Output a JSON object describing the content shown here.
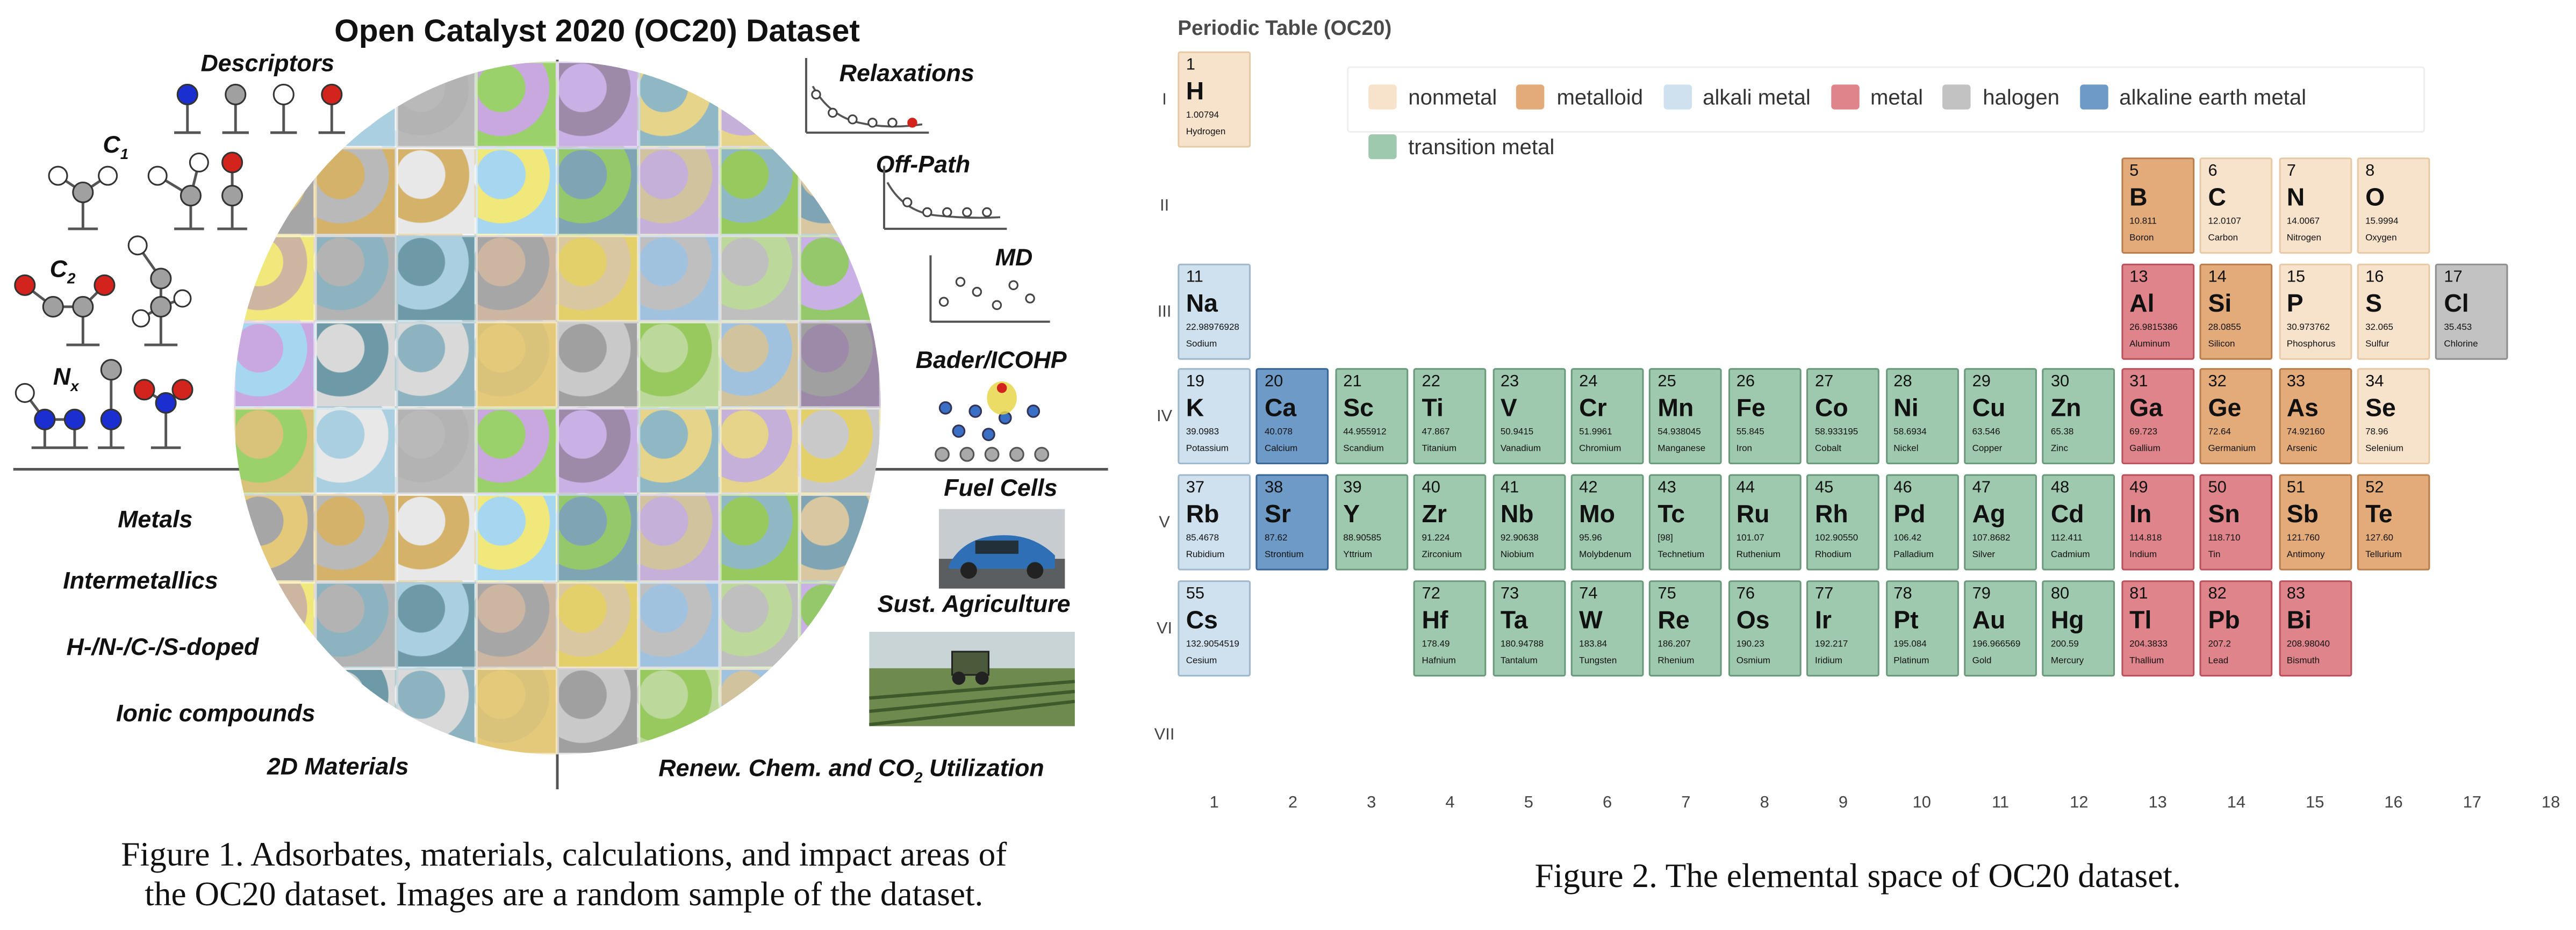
{
  "figure1": {
    "title": "Open Catalyst 2020 (OC20) Dataset",
    "labels": {
      "descriptors": "Descriptors",
      "c1_main": "C",
      "c1_sub": "1",
      "c2_main": "C",
      "c2_sub": "2",
      "nx_main": "N",
      "nx_sub": "x",
      "relaxations": "Relaxations",
      "offpath": "Off-Path",
      "md": "MD",
      "bader": "Bader/ICOHP",
      "metals": "Metals",
      "intermetallics": "Intermetallics",
      "doped": "H-/N-/C-/S-doped",
      "ionic": "Ionic compounds",
      "materials2d": "2D Materials",
      "fuelcells": "Fuel Cells",
      "agri": "Sust. Agriculture",
      "renew_main": "Renew. Chem. and CO",
      "renew_sub": "2",
      "renew_end": " Utilization"
    },
    "caption_line1": "Figure 1. Adsorbates, materials, calculations, and impact areas of",
    "caption_line2": "the OC20 dataset. Images are a random sample of the dataset.",
    "tile_colors": [
      "#d9c27a",
      "#a9cfe0",
      "#b9b9b9",
      "#9bd16a",
      "#c9b1e6",
      "#8fb8c4",
      "#e5d48a",
      "#c9c9c9",
      "#a6a6a6",
      "#d4b26a",
      "#e8e8e8",
      "#a7d7f0",
      "#7fa5b5",
      "#c4b0d9",
      "#98c95e",
      "#d8c7a0",
      "#f0e87a",
      "#b3b3b3",
      "#6d9aa6",
      "#cdb6a1",
      "#e3d06b",
      "#a1c2df",
      "#bfbfbf",
      "#94c86a",
      "#c8a8df",
      "#d9d9d9",
      "#8cb3bf",
      "#e5c97a",
      "#a0a0a0",
      "#bcd89b",
      "#d1c39d",
      "#9c8aa8"
    ],
    "axis": {
      "accent": "#444444"
    }
  },
  "figure2": {
    "title": "Periodic Table (OC20)",
    "legend": [
      {
        "label": "nonmetal",
        "color": "#f7e3cc"
      },
      {
        "label": "metalloid",
        "color": "#e3ab7a"
      },
      {
        "label": "alkali metal",
        "color": "#cfe1ee"
      },
      {
        "label": "metal",
        "color": "#e0848c"
      },
      {
        "label": "halogen",
        "color": "#c2c2c2"
      },
      {
        "label": "alkaline earth metal",
        "color": "#6e9ac7"
      },
      {
        "label": "transition metal",
        "color": "#9fc9ae"
      }
    ],
    "category_colors": {
      "nonmetal": "#f7e3cc",
      "metalloid": "#e3ab7a",
      "alkali": "#cfe1ee",
      "metal": "#e0848c",
      "halogen": "#c2c2c2",
      "alkaline": "#6e9ac7",
      "transition": "#9fc9ae"
    },
    "row_labels": [
      "I",
      "II",
      "III",
      "IV",
      "V",
      "VI",
      "VII"
    ],
    "col_labels": [
      "1",
      "2",
      "3",
      "4",
      "5",
      "6",
      "7",
      "8",
      "9",
      "10",
      "11",
      "12",
      "13",
      "14",
      "15",
      "16",
      "17",
      "18"
    ],
    "elements": [
      {
        "n": "1",
        "s": "H",
        "m": "1.00794",
        "name": "Hydrogen",
        "row": 1,
        "col": 1,
        "cat": "nonmetal"
      },
      {
        "n": "5",
        "s": "B",
        "m": "10.811",
        "name": "Boron",
        "row": 2,
        "col": 13,
        "cat": "metalloid"
      },
      {
        "n": "6",
        "s": "C",
        "m": "12.0107",
        "name": "Carbon",
        "row": 2,
        "col": 14,
        "cat": "nonmetal"
      },
      {
        "n": "7",
        "s": "N",
        "m": "14.0067",
        "name": "Nitrogen",
        "row": 2,
        "col": 15,
        "cat": "nonmetal"
      },
      {
        "n": "8",
        "s": "O",
        "m": "15.9994",
        "name": "Oxygen",
        "row": 2,
        "col": 16,
        "cat": "nonmetal"
      },
      {
        "n": "11",
        "s": "Na",
        "m": "22.98976928",
        "name": "Sodium",
        "row": 3,
        "col": 1,
        "cat": "alkali"
      },
      {
        "n": "13",
        "s": "Al",
        "m": "26.9815386",
        "name": "Aluminum",
        "row": 3,
        "col": 13,
        "cat": "metal"
      },
      {
        "n": "14",
        "s": "Si",
        "m": "28.0855",
        "name": "Silicon",
        "row": 3,
        "col": 14,
        "cat": "metalloid"
      },
      {
        "n": "15",
        "s": "P",
        "m": "30.973762",
        "name": "Phosphorus",
        "row": 3,
        "col": 15,
        "cat": "nonmetal"
      },
      {
        "n": "16",
        "s": "S",
        "m": "32.065",
        "name": "Sulfur",
        "row": 3,
        "col": 16,
        "cat": "nonmetal"
      },
      {
        "n": "17",
        "s": "Cl",
        "m": "35.453",
        "name": "Chlorine",
        "row": 3,
        "col": 17,
        "cat": "halogen"
      },
      {
        "n": "19",
        "s": "K",
        "m": "39.0983",
        "name": "Potassium",
        "row": 4,
        "col": 1,
        "cat": "alkali"
      },
      {
        "n": "20",
        "s": "Ca",
        "m": "40.078",
        "name": "Calcium",
        "row": 4,
        "col": 2,
        "cat": "alkaline"
      },
      {
        "n": "21",
        "s": "Sc",
        "m": "44.955912",
        "name": "Scandium",
        "row": 4,
        "col": 3,
        "cat": "transition"
      },
      {
        "n": "22",
        "s": "Ti",
        "m": "47.867",
        "name": "Titanium",
        "row": 4,
        "col": 4,
        "cat": "transition"
      },
      {
        "n": "23",
        "s": "V",
        "m": "50.9415",
        "name": "Vanadium",
        "row": 4,
        "col": 5,
        "cat": "transition"
      },
      {
        "n": "24",
        "s": "Cr",
        "m": "51.9961",
        "name": "Chromium",
        "row": 4,
        "col": 6,
        "cat": "transition"
      },
      {
        "n": "25",
        "s": "Mn",
        "m": "54.938045",
        "name": "Manganese",
        "row": 4,
        "col": 7,
        "cat": "transition"
      },
      {
        "n": "26",
        "s": "Fe",
        "m": "55.845",
        "name": "Iron",
        "row": 4,
        "col": 8,
        "cat": "transition"
      },
      {
        "n": "27",
        "s": "Co",
        "m": "58.933195",
        "name": "Cobalt",
        "row": 4,
        "col": 9,
        "cat": "transition"
      },
      {
        "n": "28",
        "s": "Ni",
        "m": "58.6934",
        "name": "Nickel",
        "row": 4,
        "col": 10,
        "cat": "transition"
      },
      {
        "n": "29",
        "s": "Cu",
        "m": "63.546",
        "name": "Copper",
        "row": 4,
        "col": 11,
        "cat": "transition"
      },
      {
        "n": "30",
        "s": "Zn",
        "m": "65.38",
        "name": "Zinc",
        "row": 4,
        "col": 12,
        "cat": "transition"
      },
      {
        "n": "31",
        "s": "Ga",
        "m": "69.723",
        "name": "Gallium",
        "row": 4,
        "col": 13,
        "cat": "metal"
      },
      {
        "n": "32",
        "s": "Ge",
        "m": "72.64",
        "name": "Germanium",
        "row": 4,
        "col": 14,
        "cat": "metalloid"
      },
      {
        "n": "33",
        "s": "As",
        "m": "74.92160",
        "name": "Arsenic",
        "row": 4,
        "col": 15,
        "cat": "metalloid"
      },
      {
        "n": "34",
        "s": "Se",
        "m": "78.96",
        "name": "Selenium",
        "row": 4,
        "col": 16,
        "cat": "nonmetal"
      },
      {
        "n": "37",
        "s": "Rb",
        "m": "85.4678",
        "name": "Rubidium",
        "row": 5,
        "col": 1,
        "cat": "alkali"
      },
      {
        "n": "38",
        "s": "Sr",
        "m": "87.62",
        "name": "Strontium",
        "row": 5,
        "col": 2,
        "cat": "alkaline"
      },
      {
        "n": "39",
        "s": "Y",
        "m": "88.90585",
        "name": "Yttrium",
        "row": 5,
        "col": 3,
        "cat": "transition"
      },
      {
        "n": "40",
        "s": "Zr",
        "m": "91.224",
        "name": "Zirconium",
        "row": 5,
        "col": 4,
        "cat": "transition"
      },
      {
        "n": "41",
        "s": "Nb",
        "m": "92.90638",
        "name": "Niobium",
        "row": 5,
        "col": 5,
        "cat": "transition"
      },
      {
        "n": "42",
        "s": "Mo",
        "m": "95.96",
        "name": "Molybdenum",
        "row": 5,
        "col": 6,
        "cat": "transition"
      },
      {
        "n": "43",
        "s": "Tc",
        "m": "[98]",
        "name": "Technetium",
        "row": 5,
        "col": 7,
        "cat": "transition"
      },
      {
        "n": "44",
        "s": "Ru",
        "m": "101.07",
        "name": "Ruthenium",
        "row": 5,
        "col": 8,
        "cat": "transition"
      },
      {
        "n": "45",
        "s": "Rh",
        "m": "102.90550",
        "name": "Rhodium",
        "row": 5,
        "col": 9,
        "cat": "transition"
      },
      {
        "n": "46",
        "s": "Pd",
        "m": "106.42",
        "name": "Palladium",
        "row": 5,
        "col": 10,
        "cat": "transition"
      },
      {
        "n": "47",
        "s": "Ag",
        "m": "107.8682",
        "name": "Silver",
        "row": 5,
        "col": 11,
        "cat": "transition"
      },
      {
        "n": "48",
        "s": "Cd",
        "m": "112.411",
        "name": "Cadmium",
        "row": 5,
        "col": 12,
        "cat": "transition"
      },
      {
        "n": "49",
        "s": "In",
        "m": "114.818",
        "name": "Indium",
        "row": 5,
        "col": 13,
        "cat": "metal"
      },
      {
        "n": "50",
        "s": "Sn",
        "m": "118.710",
        "name": "Tin",
        "row": 5,
        "col": 14,
        "cat": "metal"
      },
      {
        "n": "51",
        "s": "Sb",
        "m": "121.760",
        "name": "Antimony",
        "row": 5,
        "col": 15,
        "cat": "metalloid"
      },
      {
        "n": "52",
        "s": "Te",
        "m": "127.60",
        "name": "Tellurium",
        "row": 5,
        "col": 16,
        "cat": "metalloid"
      },
      {
        "n": "55",
        "s": "Cs",
        "m": "132.9054519",
        "name": "Cesium",
        "row": 6,
        "col": 1,
        "cat": "alkali"
      },
      {
        "n": "72",
        "s": "Hf",
        "m": "178.49",
        "name": "Hafnium",
        "row": 6,
        "col": 4,
        "cat": "transition"
      },
      {
        "n": "73",
        "s": "Ta",
        "m": "180.94788",
        "name": "Tantalum",
        "row": 6,
        "col": 5,
        "cat": "transition"
      },
      {
        "n": "74",
        "s": "W",
        "m": "183.84",
        "name": "Tungsten",
        "row": 6,
        "col": 6,
        "cat": "transition"
      },
      {
        "n": "75",
        "s": "Re",
        "m": "186.207",
        "name": "Rhenium",
        "row": 6,
        "col": 7,
        "cat": "transition"
      },
      {
        "n": "76",
        "s": "Os",
        "m": "190.23",
        "name": "Osmium",
        "row": 6,
        "col": 8,
        "cat": "transition"
      },
      {
        "n": "77",
        "s": "Ir",
        "m": "192.217",
        "name": "Iridium",
        "row": 6,
        "col": 9,
        "cat": "transition"
      },
      {
        "n": "78",
        "s": "Pt",
        "m": "195.084",
        "name": "Platinum",
        "row": 6,
        "col": 10,
        "cat": "transition"
      },
      {
        "n": "79",
        "s": "Au",
        "m": "196.966569",
        "name": "Gold",
        "row": 6,
        "col": 11,
        "cat": "transition"
      },
      {
        "n": "80",
        "s": "Hg",
        "m": "200.59",
        "name": "Mercury",
        "row": 6,
        "col": 12,
        "cat": "transition"
      },
      {
        "n": "81",
        "s": "Tl",
        "m": "204.3833",
        "name": "Thallium",
        "row": 6,
        "col": 13,
        "cat": "metal"
      },
      {
        "n": "82",
        "s": "Pb",
        "m": "207.2",
        "name": "Lead",
        "row": 6,
        "col": 14,
        "cat": "metal"
      },
      {
        "n": "83",
        "s": "Bi",
        "m": "208.98040",
        "name": "Bismuth",
        "row": 6,
        "col": 15,
        "cat": "metal"
      }
    ],
    "caption": "Figure 2. The elemental space of OC20 dataset."
  }
}
